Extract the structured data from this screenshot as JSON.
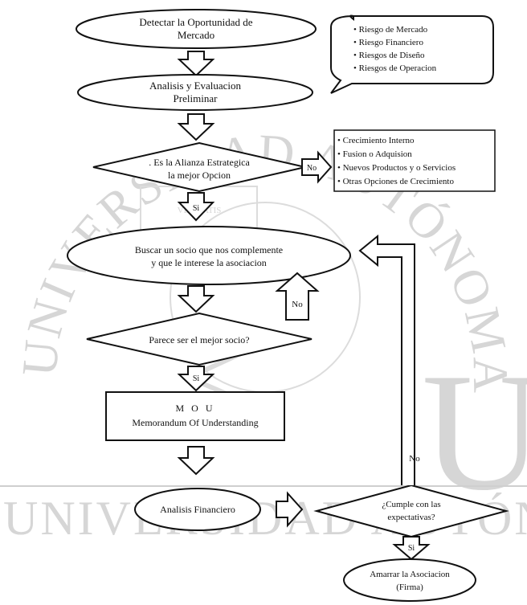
{
  "watermark": {
    "arc_text": "UNIVERSIDAD AUTÓNOMA DE NUEVO LEÓN",
    "bottom_text": "UNIVERSIDAD AUTÓNO",
    "big_letter": "U",
    "seal_text": "VERITATIS"
  },
  "nodes": {
    "detect": [
      "Detectar la Oportunidad de",
      "Mercado"
    ],
    "analysis": [
      "Analisis y Evaluacion",
      "Preliminar"
    ],
    "alliance": [
      ". Es la Alianza Estrategica",
      "la mejor Opcion"
    ],
    "search": [
      "Buscar un socio que nos complemente",
      "y que le interese la asociacion"
    ],
    "best_partner": [
      "Parece ser el mejor socio?"
    ],
    "mou": [
      "M O U",
      "Memorandum Of Understanding"
    ],
    "financial": [
      "Analisis Financiero"
    ],
    "meets": [
      "¿Cumple con las",
      "expectativas?"
    ],
    "sign": [
      "Amarrar la Asociacion",
      "(Firma)"
    ]
  },
  "risks": [
    "• Riesgo de Mercado",
    "• Riesgo Financiero",
    "• Riesgos de Diseño",
    "• Riesgos de Operacion"
  ],
  "alternatives": [
    "• Crecimiento Interno",
    "• Fusion o Adquision",
    "• Nuevos Productos y o Servicios",
    "• Otras Opciones de Crecimiento"
  ],
  "labels": {
    "no_alliance": "No",
    "si_alliance": "Si",
    "no_partner": "No",
    "si_partner": "Si",
    "no_meets": "No",
    "si_meets": "Si"
  }
}
